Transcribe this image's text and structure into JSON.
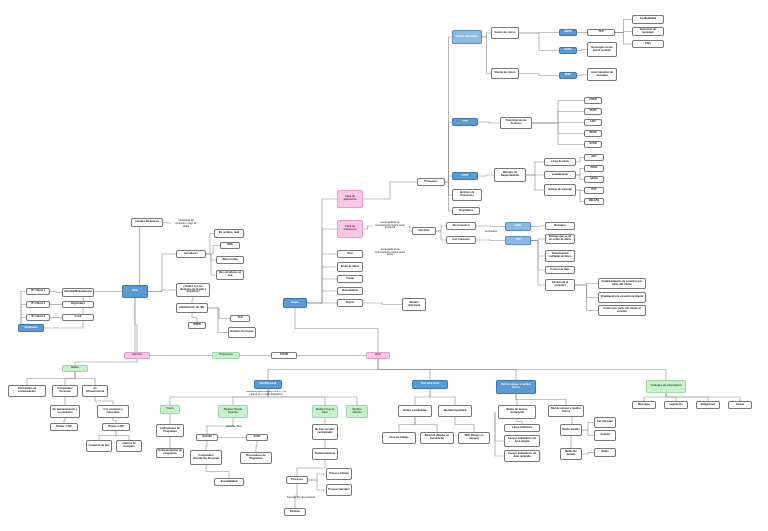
{
  "nodes": {
    "ip_nivel1": "IP´s Nivel 1",
    "ip_nivel2": "IP´s Nivel 2",
    "ip_nivel3": "IP´s Nivel 3",
    "mundial": "Mundial/Multinacional",
    "regionales": "Regionales",
    "local": "Local",
    "isp": "Isp/Interne",
    "web": "Web",
    "canales": "Canales Dinámicos",
    "canales_desc": "Ancho de banda, capacidad de conexión y flujo de datos",
    "servidores": "Servidores",
    "servidores_desc": "Dos servidores en una",
    "dns": "DNS",
    "web_hosting": "Web hosting",
    "de_nombre": "De nombre, mail",
    "dominio_q": "¿Cuáles son los dominios de la web y dominios?",
    "clasif_url": "Clasificación de URL",
    "tld": "TLD",
    "dominio_correo": "Dominio de Correo",
    "www": "WWW",
    "internet": "Internet",
    "protocolos_b": "Protocolos",
    "tcpip": "TCP/IP",
    "red": "Red",
    "datos": "Datos",
    "envio": "Envio de datos",
    "trama": "Trama",
    "fisico": "Fisico",
    "presentacion": "Presentación",
    "sesion": "Sesión",
    "modelo_osi": "Modelo referencia",
    "capa_app": "Capa de aplicación",
    "capa_transp": "Capa de transporte",
    "encargada": "encargada de la comunicación lógica entre procesos",
    "encargada2": "encargada de la comunicación lógica entre hosts",
    "servicios": "Servicios",
    "sin_conexion": "Sin Conexion",
    "con_conexion": "Con Conexion",
    "udp": "UDP",
    "tcp": "TCP",
    "mensajes": "Mensajes",
    "protocolos": "Protocolos",
    "envio_protocolo": "de Envío de Protocolos",
    "flujo_datos": "Flujo/Datos",
    "protocolo_datagrama": "protocolos",
    "tcp_desc": "Entrega que se dé un orden de datos",
    "transferencia": "Transferencia confiable de datos",
    "control_flujo": "Control de flujo",
    "gestion_conexion": "Gestión de la conexión",
    "establecer": "Establecimiento de conexión por parte del cliente",
    "finalizacion": "Finalización de conexión al cliente",
    "control_datos": "Control por parte del cliente al servidor",
    "smtp": "SMTP",
    "pop3": "POP3",
    "imap": "IMAP",
    "ftp": "FTP",
    "http": "HTTP",
    "tcp_r": "TCP",
    "descargar": "Descargar correo desde servidor",
    "sincronizacion": "sincronización de mensajes",
    "confiabilidad": "Confiabilidad",
    "ejecucion": "Ejecución de mensajes",
    "cifra": "Cifra",
    "correo_elec": "Correo electrónico",
    "gestor": "Gestor de correo",
    "cliente_correo": "Cliente de correo",
    "transferencia_arch": "Transferencia de Archivos",
    "user": "USER",
    "pass": "PASS",
    "list": "LIST",
    "retr": "RETR",
    "stor": "STOR",
    "metodos": "Métodos de Requerimiento",
    "linea_inicio": "Línea de inicio",
    "actualizacion": "actualización",
    "manejo": "manejo de mensaje",
    "get": "GET",
    "post": "POST",
    "head": "HEAD",
    "put": "PUT",
    "delete": "DELETE",
    "redes": "Redes",
    "medios": "Medios",
    "dmt": "Intercambio de comunicación",
    "computador": "Computador Personal",
    "dispositivo": "de Infraestructura",
    "mantenimiento": "De mantenimiento y su conexión",
    "conectar": "Con conexión y conectado",
    "router": "Router o ISP",
    "router2": "Router o ISP",
    "conexion_bus": "Conexión de bus",
    "centros": "Centros de Computo",
    "red_personal": "Red Personal",
    "nota_personal": "Distancia determinada entre 1 y 10 metros en un solo dispositivo",
    "fisica": "Física",
    "logica": "Lógica",
    "aplicaciones": "Aplicaciones de Programas",
    "estrella_alambrica": "Estrella / Bus",
    "instrumentos": "Instrumentación de programas",
    "estrella": "Estrella",
    "anillo": "Anillo",
    "nota_estrella": "Red solo de internet",
    "computador_escr": "Computador (Escritorio) Personal",
    "dispositivo_prog": "Dispositivos de Programas",
    "modelo_cs": "Modelo Cliente Servidor",
    "modelo_p2p": "Modelo Peer to Peer",
    "modelo_hibrido": "Modelo Híbrido",
    "escalabilidad": "Escalabilidad",
    "no_hay": "No hay servidor centralizado",
    "almacenamiento": "Almacenamiento",
    "procesos": "Procesos",
    "proceso_cliente": "Proceso Cliente",
    "proceso_servidor": "Proceso Servidor",
    "nota_procesos": "Intercambio de procesos",
    "division": "División",
    "red_local": "Red area local",
    "red_metropolitana": "Red Metropolitana",
    "area_trabajo": "Area de trabajo",
    "redes_locales": "Redes Localizadas",
    "ethernet": "Ethernet (Similar en frecuencia)",
    "wifi": "WiFi (Rango en tiempo)",
    "red_amplia": "Red de acceso a medios físicos",
    "redes_acceso": "Redes de acceso residencial",
    "linea_telef": "Línea telefónica",
    "acceso_alambrica": "Acceso inalámbrico de Área amplia",
    "acceso_inalambrico": "Acceso inalámbrico de Área reducida",
    "red_acceso_fisico": "Red de acceso a medios físicos",
    "medio_guiado": "Medio Guiado",
    "medio_no_guiado": "Medio No Guiado",
    "cable_par": "Par trenzado",
    "cable_coax": "Coaxial",
    "medio_local": "Medio local",
    "radio": "Radio",
    "unidades": "Unidades de información",
    "mensajes_u": "Mensajes",
    "segmentos": "segmentos",
    "datagramas": "datagramas",
    "tramas": "tramas"
  },
  "palette": {
    "blue": "#5b9bd5",
    "green": "#c8f0cc",
    "pink": "#f8c7e4",
    "line": "#888888"
  }
}
